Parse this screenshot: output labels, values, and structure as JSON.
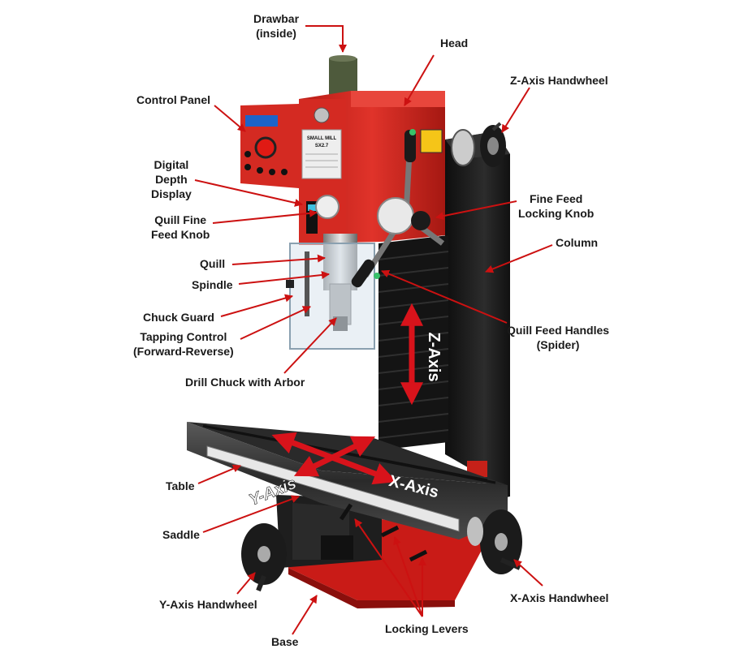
{
  "labels": {
    "drawbar": [
      "Drawbar",
      "(inside)"
    ],
    "head": [
      "Head"
    ],
    "z_axis_handwheel": [
      "Z-Axis Handwheel"
    ],
    "control_panel": [
      "Control Panel"
    ],
    "digital_depth_display": [
      "Digital",
      "Depth",
      "Display"
    ],
    "fine_feed_locking_knob": [
      "Fine Feed",
      "Locking Knob"
    ],
    "quill_fine_feed_knob": [
      "Quill Fine",
      "Feed Knob"
    ],
    "column": [
      "Column"
    ],
    "quill": [
      "Quill"
    ],
    "spindle": [
      "Spindle"
    ],
    "chuck_guard": [
      "Chuck Guard"
    ],
    "quill_feed_handles": [
      "Quill Feed Handles",
      "(Spider)"
    ],
    "tapping_control": [
      "Tapping Control",
      "(Forward-Reverse)"
    ],
    "drill_chuck": [
      "Drill Chuck with Arbor"
    ],
    "table": [
      "Table"
    ],
    "saddle": [
      "Saddle"
    ],
    "y_axis_handwheel": [
      "Y-Axis Handwheel"
    ],
    "base": [
      "Base"
    ],
    "locking_levers": [
      "Locking Levers"
    ],
    "x_axis_handwheel": [
      "X-Axis Handwheel"
    ]
  },
  "axis_labels": {
    "z": "Z-Axis",
    "x": "X-Axis",
    "y": "Y-Axis"
  },
  "head_plate": [
    "SMALL MILL",
    "SX2.7"
  ],
  "colors": {
    "arrow": "#d8131b",
    "machine_red": "#d42a22",
    "machine_black": "#1c1c1c",
    "leader": "#cc1111"
  }
}
